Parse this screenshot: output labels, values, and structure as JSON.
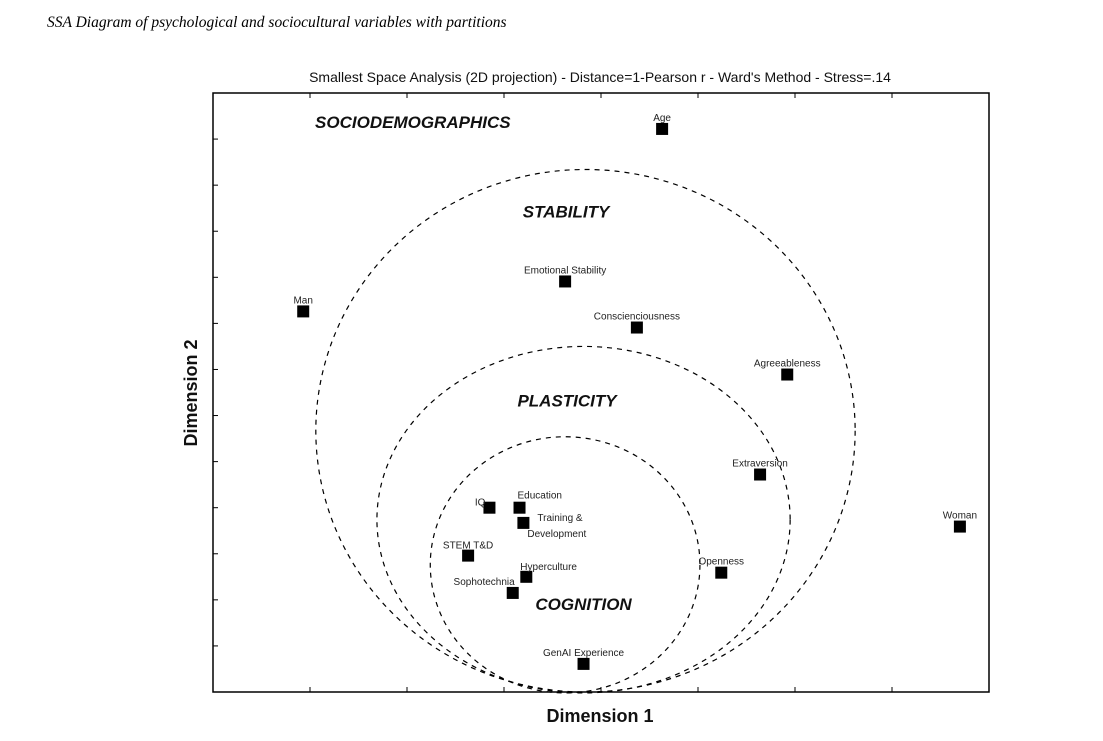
{
  "caption": "SSA Diagram of psychological and sociocultural variables with partitions",
  "chart_data": {
    "type": "scatter",
    "title": "Smallest Space Analysis (2D projection) - Distance=1-Pearson r - Ward's Method - Stress=.14",
    "xlabel": "Dimension 1",
    "ylabel": "Dimension 2",
    "xlim": [
      0,
      8
    ],
    "ylim": [
      0,
      13
    ],
    "tick_labels_shown": false,
    "grid": false,
    "points": [
      {
        "label": "Age",
        "x": 4.63,
        "y": 12.22
      },
      {
        "label": "Man",
        "x": 0.93,
        "y": 8.26
      },
      {
        "label": "Emotional Stability",
        "x": 3.63,
        "y": 8.91
      },
      {
        "label": "Conscienciousness",
        "x": 4.37,
        "y": 7.91
      },
      {
        "label": "Agreeableness",
        "x": 5.92,
        "y": 6.89
      },
      {
        "label": "Extraversion",
        "x": 5.64,
        "y": 4.72
      },
      {
        "label": "Woman",
        "x": 7.7,
        "y": 3.59
      },
      {
        "label": "IQ",
        "x": 2.85,
        "y": 4.0
      },
      {
        "label": "Education",
        "x": 3.16,
        "y": 4.0
      },
      {
        "label": "Training &",
        "label2": "Development",
        "x": 3.2,
        "y": 3.67
      },
      {
        "label": "STEM T&D",
        "x": 2.63,
        "y": 2.96
      },
      {
        "label": "Hyperculture",
        "x": 3.23,
        "y": 2.5
      },
      {
        "label": "Sophotechnia",
        "x": 3.09,
        "y": 2.15
      },
      {
        "label": "Openness",
        "x": 5.24,
        "y": 2.59
      },
      {
        "label": "GenAI Experience",
        "x": 3.82,
        "y": 0.61
      }
    ],
    "partitions": [
      {
        "name": "STABILITY",
        "cx": 3.84,
        "cy": 5.67,
        "rx": 2.78,
        "ry": 5.67
      },
      {
        "name": "PLASTICITY",
        "cx": 3.82,
        "cy": 3.74,
        "rx": 2.13,
        "ry": 3.76
      },
      {
        "name": "COGNITION",
        "cx": 3.63,
        "cy": 2.76,
        "rx": 1.39,
        "ry": 2.78
      }
    ],
    "region_labels": [
      {
        "text": "SOCIODEMOGRAPHICS",
        "x": 2.06,
        "y": 12.37
      },
      {
        "text": "STABILITY",
        "x": 3.64,
        "y": 10.43
      },
      {
        "text": "PLASTICITY",
        "x": 3.65,
        "y": 6.33
      },
      {
        "text": "COGNITION",
        "x": 3.82,
        "y": 1.91
      }
    ]
  }
}
